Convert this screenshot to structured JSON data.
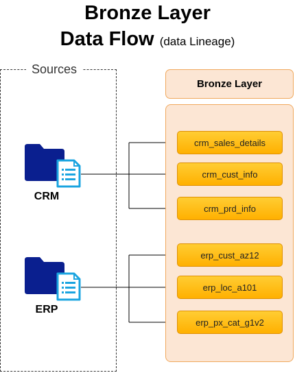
{
  "title": {
    "line1": "Bronze Layer",
    "line2": "Data Flow",
    "line2_sub": "(data Lineage)"
  },
  "sources": {
    "label": "Sources",
    "systems": [
      {
        "label": "CRM",
        "icon": "folder-document-icon"
      },
      {
        "label": "ERP",
        "icon": "folder-document-icon"
      }
    ]
  },
  "bronze": {
    "header": "Bronze Layer",
    "tables": [
      "crm_sales_details",
      "crm_cust_info",
      "crm_prd_info",
      "erp_cust_az12",
      "erp_loc_a101",
      "erp_px_cat_g1v2"
    ]
  },
  "colors": {
    "folder": "#0a1f8f",
    "document": "#1aa4e0",
    "bronze_fill": "#fce6d4",
    "bronze_border": "#f0a85c",
    "table_fill": "#ffbf1a"
  }
}
